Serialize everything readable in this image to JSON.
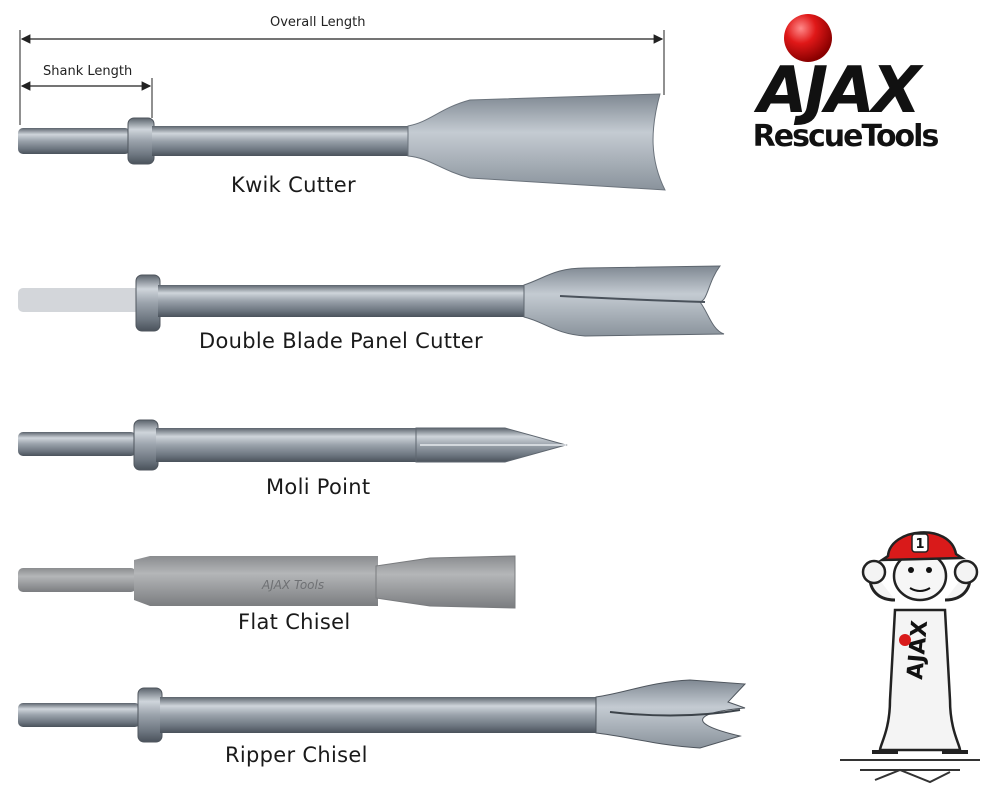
{
  "dimensions": {
    "overall_length": "Overall Length",
    "shank_length": "Shank Length"
  },
  "tools": [
    {
      "name": "Kwik Cutter"
    },
    {
      "name": "Double Blade Panel Cutter"
    },
    {
      "name": "Moli Point"
    },
    {
      "name": "Flat Chisel",
      "engraving": "AJAX Tools"
    },
    {
      "name": "Ripper Chisel"
    }
  ],
  "logo": {
    "brand": "AJAX",
    "tagline": "RescueTools",
    "accent_color": "#d91a1a"
  },
  "mascot": {
    "helmet_number": "1",
    "body_text": "AJAX"
  },
  "colors": {
    "steel": "#a9b0b8",
    "steel_dark": "#6c7580",
    "chisel_gray": "#9a9c9e"
  }
}
